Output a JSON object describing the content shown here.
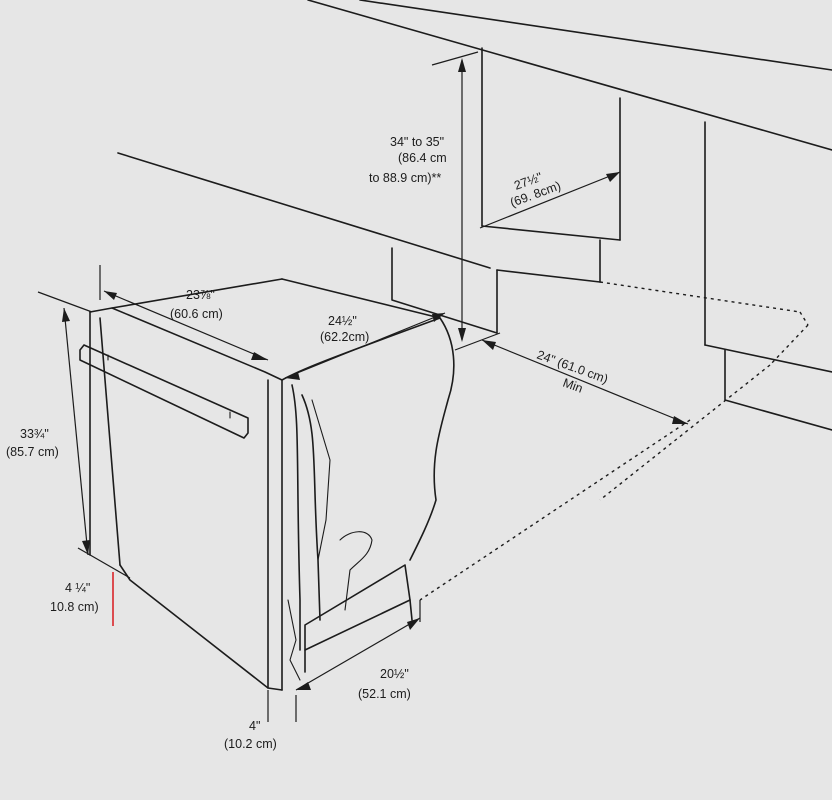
{
  "colors": {
    "background": "#e6e6e6",
    "line": "#1c1c1c",
    "highlight": "#d9262b"
  },
  "dimensions": {
    "cabinet_height": {
      "line1": "34\" to 35\"",
      "line2": "(86.4 cm",
      "line3": "to 88.9 cm)**"
    },
    "cabinet_depth": {
      "line1": "27½\"",
      "line2": "(69. 8cm)"
    },
    "opening_width": {
      "line1": "23⅞\"",
      "line2": "(60.6 cm)"
    },
    "unit_depth": {
      "line1": "24½\"",
      "line2": "(62.2cm)"
    },
    "min_clearance": {
      "line1": "24\" (61.0 cm)",
      "line2": "Min"
    },
    "unit_height": {
      "line1": "33¾\"",
      "line2": "(85.7 cm)"
    },
    "toe_kick_height": {
      "line1": "4 ¼\"",
      "line2": "10.8 cm)"
    },
    "door_open_depth": {
      "line1": "20½\"",
      "line2": "(52.1 cm)"
    },
    "toe_kick_depth": {
      "line1": "4\"",
      "line2": "(10.2 cm)"
    }
  }
}
